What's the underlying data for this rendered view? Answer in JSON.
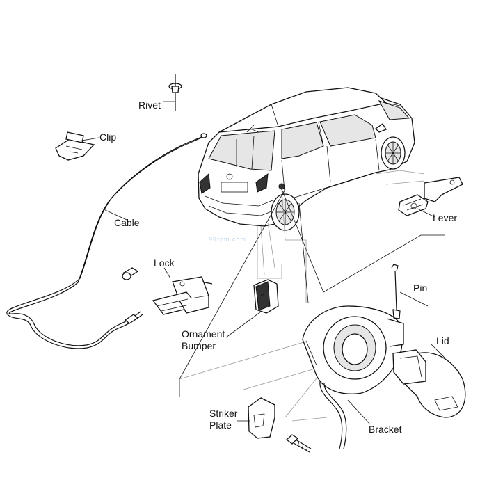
{
  "labels": {
    "rivet": "Rivet",
    "clip": "Clip",
    "cable": "Cable",
    "lock": "Lock",
    "ornament_bumper_line1": "Ornament",
    "ornament_bumper_line2": "Bumper",
    "striker_plate_line1": "Striker",
    "striker_plate_line2": "Plate",
    "bracket": "Bracket",
    "lid": "Lid",
    "pin": "Pin",
    "lever": "Lever"
  },
  "watermark": "99rpm.com",
  "colors": {
    "line": "#111111",
    "background": "#ffffff",
    "watermark": "#b9d3ea"
  }
}
